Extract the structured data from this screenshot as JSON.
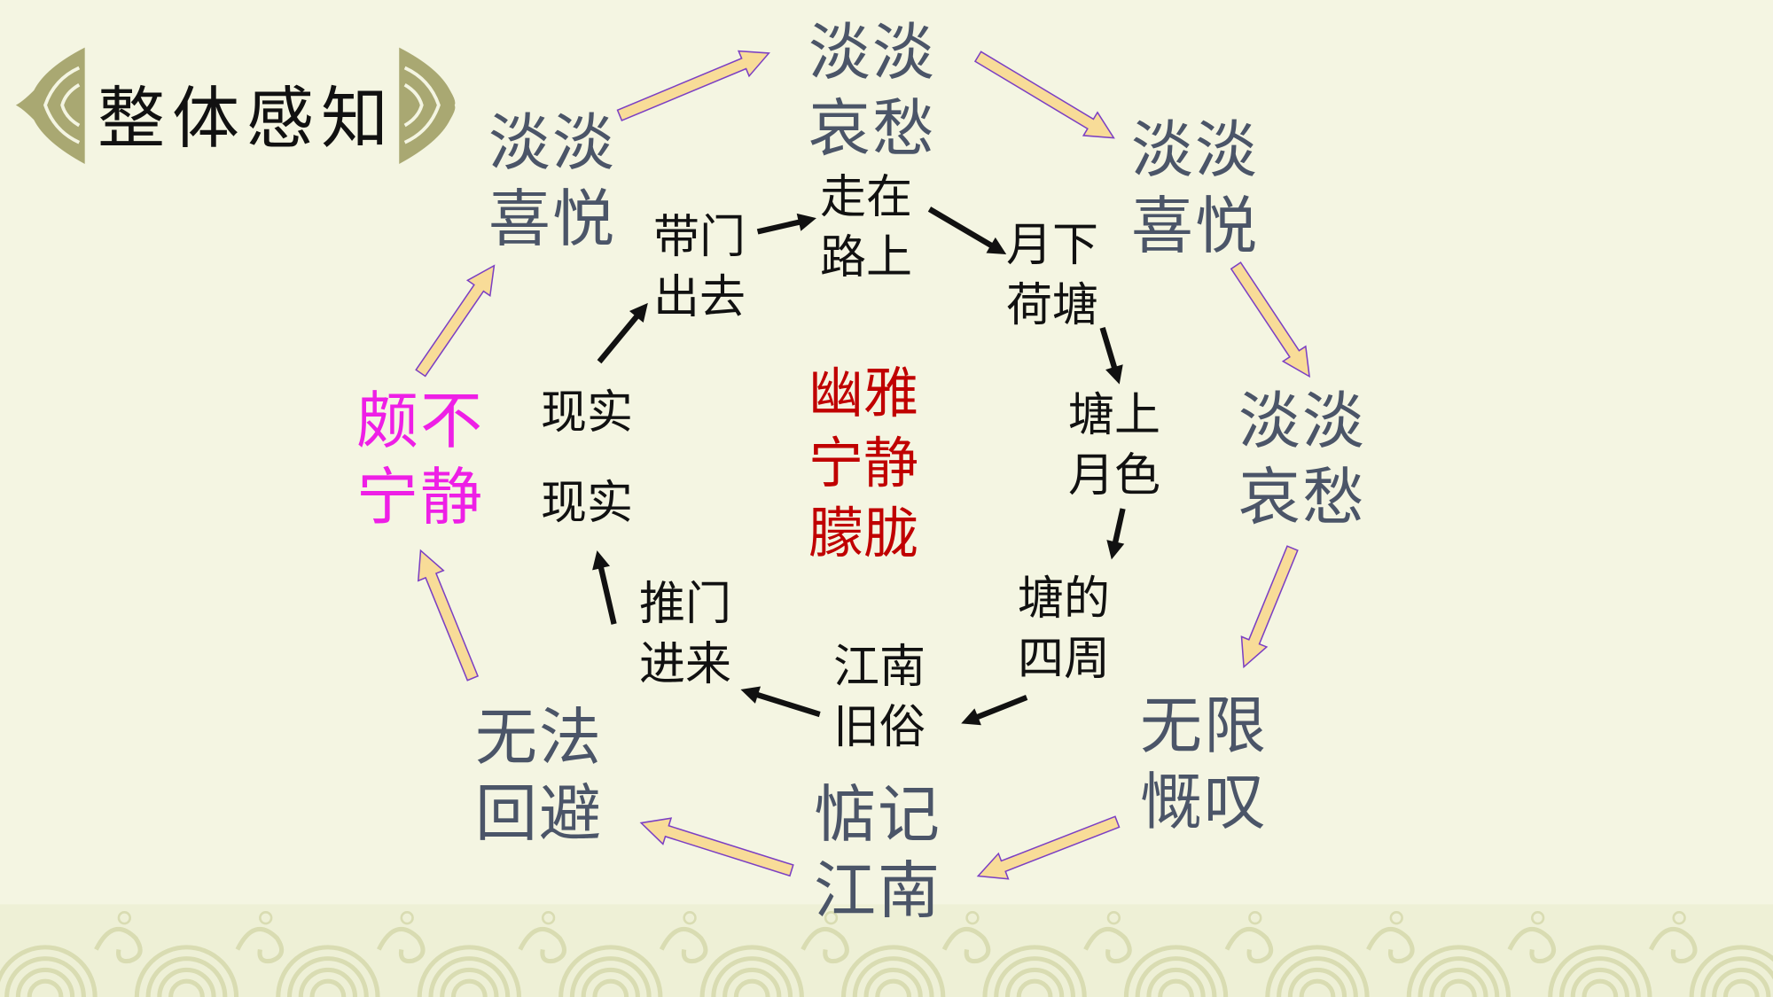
{
  "title": "整体感知",
  "outer_cycle": [
    {
      "l1": "淡淡",
      "l2": "喜悦"
    },
    {
      "l1": "淡淡",
      "l2": "哀愁"
    },
    {
      "l1": "淡淡",
      "l2": "喜悦"
    },
    {
      "l1": "淡淡",
      "l2": "哀愁"
    },
    {
      "l1": "无限",
      "l2": "慨叹"
    },
    {
      "l1": "惦记",
      "l2": "江南"
    },
    {
      "l1": "无法",
      "l2": "回避"
    },
    {
      "l1": "颇不",
      "l2": "宁静"
    }
  ],
  "inner_cycle": [
    {
      "l1": "带门",
      "l2": "出去"
    },
    {
      "l1": "走在",
      "l2": "路上"
    },
    {
      "l1": "月下",
      "l2": "荷塘"
    },
    {
      "l1": "塘上",
      "l2": "月色"
    },
    {
      "l1": "塘的",
      "l2": "四周"
    },
    {
      "l1": "江南",
      "l2": "旧俗"
    },
    {
      "l1": "推门",
      "l2": "进来"
    }
  ],
  "reality": [
    "现实",
    "现实"
  ],
  "center": [
    "幽雅",
    "宁静",
    "朦胧"
  ],
  "colors": {
    "background": "#f4f5e2",
    "outer_text": "#4b5568",
    "highlight": "#ee1fe6",
    "center_text": "#c00000",
    "arrow_fill": "#f8dc98",
    "arrow_stroke": "#7b3fc4",
    "ornament": "#a9a872"
  }
}
